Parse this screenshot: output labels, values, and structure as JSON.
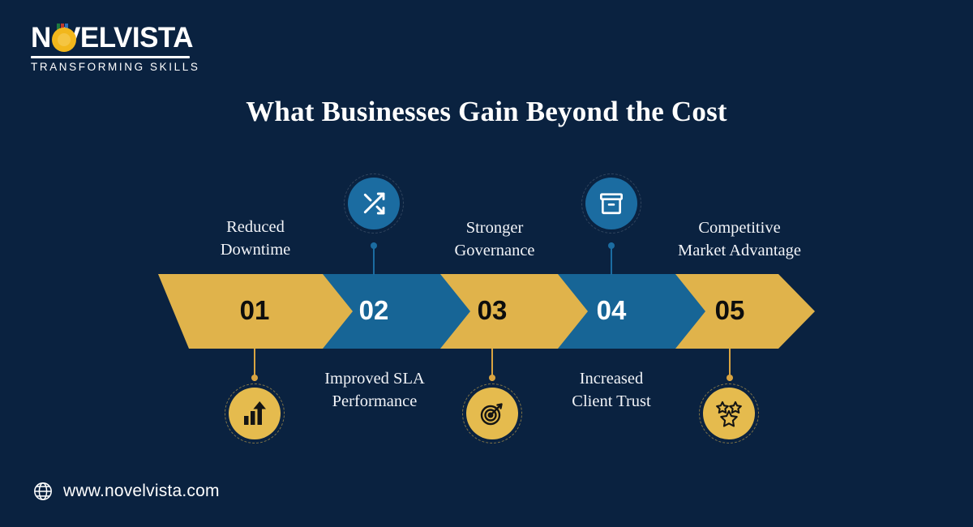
{
  "brand": {
    "name_part1": "N",
    "name_part2": "VELVISTA",
    "tagline": "TRANSFORMING SKILLS",
    "logo_icon": "medal-icon"
  },
  "title": "What Businesses Gain Beyond the Cost",
  "colors": {
    "background": "#0a2240",
    "gold": "#e0b34b",
    "gold_dark": "#d9a441",
    "blue": "#1b6ca1",
    "blue_dark": "#145784",
    "text_light": "#ffffff",
    "text_dark": "#0d0d0d"
  },
  "steps": [
    {
      "number": "01",
      "label": "Reduced\nDowntime",
      "label_line1": "Reduced",
      "label_line2": "Downtime",
      "position": "top",
      "chevron_color": "gold",
      "number_color": "dark",
      "icon": "bar-chart-growth-icon",
      "icon_circle_color": "gold",
      "icon_position": "bottom",
      "connector_color": "gold"
    },
    {
      "number": "02",
      "label": "Improved SLA\nPerformance",
      "label_line1": "Improved SLA",
      "label_line2": "Performance",
      "position": "bottom",
      "chevron_color": "blue",
      "number_color": "light",
      "icon": "shuffle-icon",
      "icon_circle_color": "blue",
      "icon_position": "top",
      "connector_color": "blue"
    },
    {
      "number": "03",
      "label": "Stronger\nGovernance",
      "label_line1": "Stronger",
      "label_line2": "Governance",
      "position": "top",
      "chevron_color": "gold",
      "number_color": "dark",
      "icon": "target-arrow-icon",
      "icon_circle_color": "gold",
      "icon_position": "bottom",
      "connector_color": "gold"
    },
    {
      "number": "04",
      "label": "Increased\nClient Trust",
      "label_line1": "Increased",
      "label_line2": "Client Trust",
      "position": "bottom",
      "chevron_color": "blue",
      "number_color": "light",
      "icon": "archive-box-icon",
      "icon_circle_color": "blue",
      "icon_position": "top",
      "connector_color": "blue"
    },
    {
      "number": "05",
      "label": "Competitive\nMarket Advantage",
      "label_line1": "Competitive",
      "label_line2": "Market Advantage",
      "position": "top",
      "chevron_color": "gold",
      "number_color": "dark",
      "icon": "three-stars-icon",
      "icon_circle_color": "gold",
      "icon_position": "bottom",
      "connector_color": "gold"
    }
  ],
  "footer": {
    "icon": "globe-icon",
    "url": "www.novelvista.com"
  }
}
